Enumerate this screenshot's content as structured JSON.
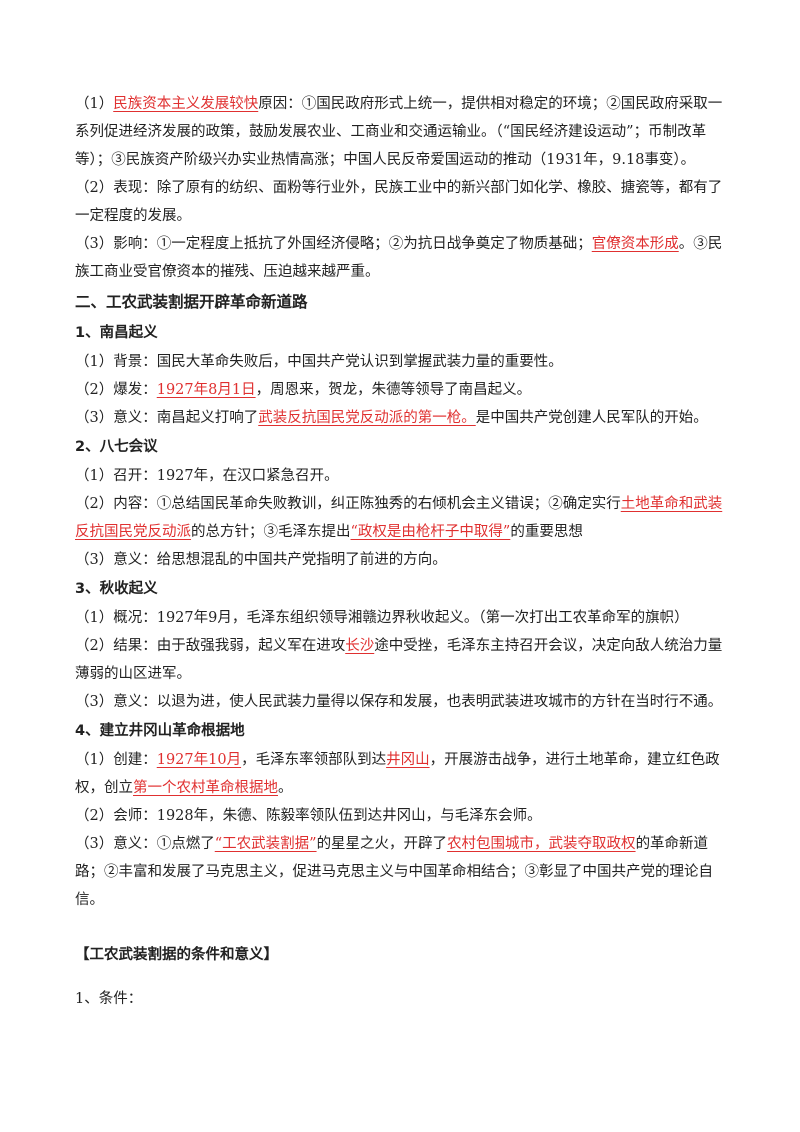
{
  "sec1": {
    "p1": {
      "a": "（1）",
      "r": "民族资本主义发展较快",
      "b": "原因：①国民政府形式上统一，提供相对稳定的环境；②国民政府采取一系列促进经济发展的政策，鼓励发展农业、工商业和交通运输业。（“国民经济建设运动”；币制改革等）；③民族资产阶级兴办实业热情高涨；中国人民反帝爱国运动的推动（1931年，9.18事变）。"
    },
    "p2": "（2）表现：除了原有的纺织、面粉等行业外，民族工业中的新兴部门如化学、橡胶、搪瓷等，都有了一定程度的发展。",
    "p3": {
      "a": "（3）影响：①一定程度上抵抗了外国经济侵略；②为抗日战争奠定了物质基础；",
      "r": "官僚资本形成",
      "b": "。③民族工商业受官僚资本的摧残、压迫越来越严重。"
    }
  },
  "heading2": "二、工农武装割据开辟革命新道路",
  "s1": {
    "title": "1、南昌起义",
    "p1": "（1）背景：国民大革命失败后，中国共产党认识到掌握武装力量的重要性。",
    "p2": {
      "a": "（2）爆发：",
      "r": "1927年8月1日",
      "b": "，周恩来，贺龙，朱德等领导了南昌起义。"
    },
    "p3": {
      "a": "（3）意义：南昌起义打响了",
      "r": "武装反抗国民党反动派的第一枪。",
      "b": "是中国共产党创建人民军队的开始。"
    }
  },
  "s2": {
    "title": "2、八七会议",
    "p1": "（1）召开：1927年，在汉口紧急召开。",
    "p2": {
      "a": "（2）内容：①总结国民革命失败教训，纠正陈独秀的右倾机会主义错误；②确定实行",
      "r": "土地革命和武装反抗国民党反动派",
      "b": "的总方针；③毛泽东提出",
      "r2": "“政权是由枪杆子中取得”",
      "c": "的重要思想"
    },
    "p3": "（3）意义：给思想混乱的中国共产党指明了前进的方向。"
  },
  "s3": {
    "title": "3、秋收起义",
    "p1": "（1）概况：1927年9月，毛泽东组织领导湘赣边界秋收起义。（第一次打出工农革命军的旗帜）",
    "p2": {
      "a": "（2）结果：由于敌强我弱，起义军在进攻",
      "r": "长沙",
      "b": "途中受挫，毛泽东主持召开会议，决定向敌人统治力量薄弱的山区进军。"
    },
    "p3": "（3）意义：以退为进，使人民武装力量得以保存和发展，也表明武装进攻城市的方针在当时行不通。"
  },
  "s4": {
    "title": "4、建立井冈山革命根据地",
    "p1": {
      "a": "（1）创建：",
      "r": "1927年10月",
      "b": "，毛泽东率领部队到达",
      "r2": "井冈山",
      "c": "，开展游击战争，进行土地革命，建立红色政权，创立",
      "r3": "第一个农村革命根据地",
      "d": "。"
    },
    "p2": "（2）会师：1928年，朱德、陈毅率领队伍到达井冈山，与毛泽东会师。",
    "p3": {
      "a": "（3）意义：①点燃了",
      "r": "“工农武装割据”",
      "b": "的星星之火，开辟了",
      "r2": "农村包围城市，武装夺取政权",
      "c": "的革命新道路；②丰富和发展了马克思主义，促进马克思主义与中国革命相结合；③彰显了中国共产党的理论自信。"
    }
  },
  "box_title": "【工农武装割据的条件和意义】",
  "cond": "1、条件："
}
